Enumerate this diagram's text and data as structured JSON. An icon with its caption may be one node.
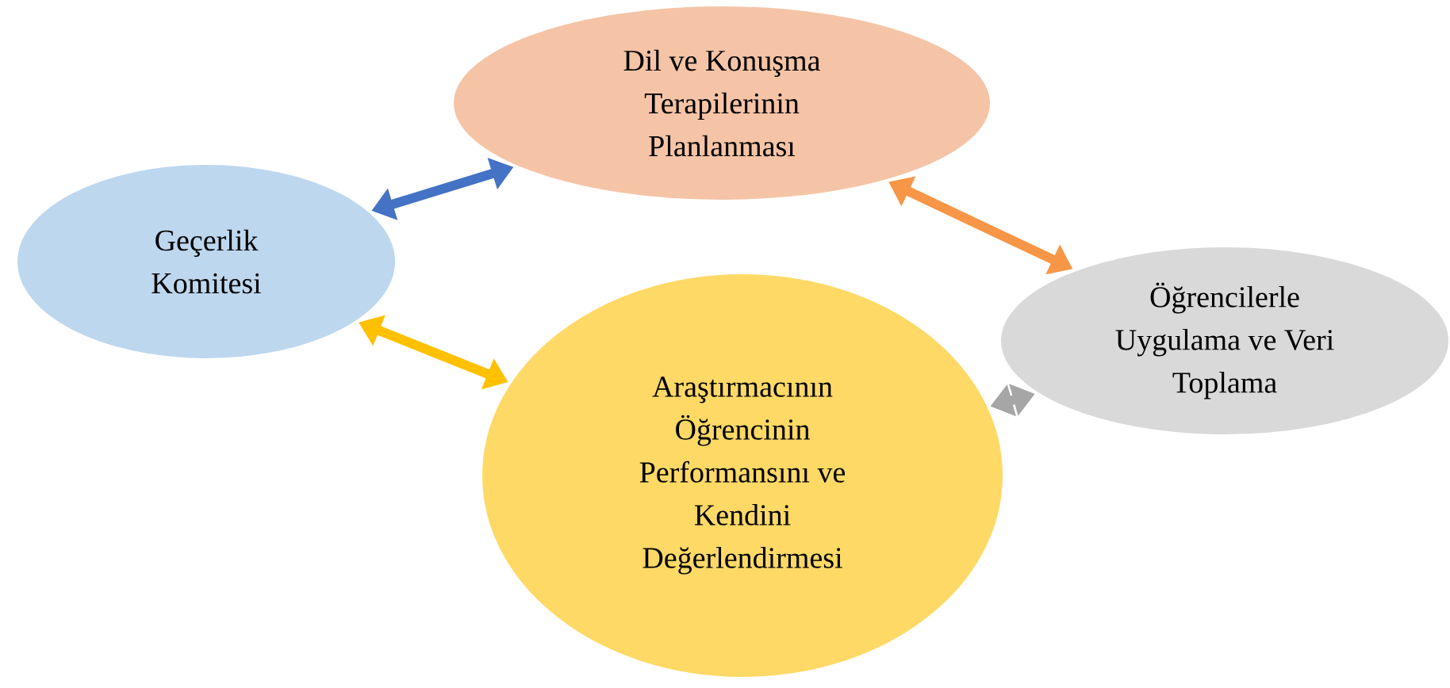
{
  "diagram": {
    "nodes": [
      {
        "text": [
          "Dil ve Konuşma Terapilerinin Planlanması"
        ]
      },
      {
        "text": [
          "Öğrencilerle Uygulama ve Veri Toplama"
        ]
      },
      {
        "text": [
          "Araştırmacının Öğrencinin Performansını ve Kendini Değerlendirmesi"
        ]
      },
      {
        "text": [
          "Geçerlik Komitesi"
        ]
      }
    ],
    "edges": [
      {
        "from": 3,
        "to": 0,
        "arrow": "both",
        "color": "#4472c4"
      },
      {
        "from": 0,
        "to": 1,
        "arrow": "both",
        "color": "#f79646"
      },
      {
        "from": 1,
        "to": 2,
        "arrow": "both",
        "color": "#a6a6a6"
      },
      {
        "from": 2,
        "to": 3,
        "arrow": "both",
        "color": "#ffc000"
      }
    ]
  }
}
